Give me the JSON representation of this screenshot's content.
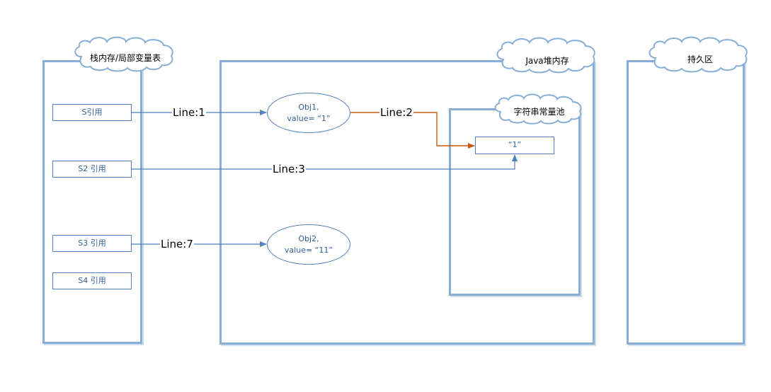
{
  "regions": {
    "stack": {
      "label": "栈内存/局部变量表"
    },
    "heap": {
      "label": "Java堆内存"
    },
    "perm": {
      "label": "持久区"
    },
    "string_pool": {
      "label": "字符串常量池"
    }
  },
  "stack_refs": [
    {
      "label": "S引用"
    },
    {
      "label": "S2 引用"
    },
    {
      "label": "S3 引用"
    },
    {
      "label": "S4 引用"
    }
  ],
  "objects": [
    {
      "line1": "Obj1,",
      "line2": "value= “1”"
    },
    {
      "line1": "Obj2,",
      "line2": "value= “11”"
    }
  ],
  "pool_value": "“1”",
  "connectors": {
    "line1": "Line:1",
    "line2": "Line:2",
    "line3": "Line:3",
    "line7": "Line:7"
  },
  "colors": {
    "frame": "#87aed6",
    "connector_blue": "#4f81bd",
    "connector_orange": "#c55a11"
  }
}
